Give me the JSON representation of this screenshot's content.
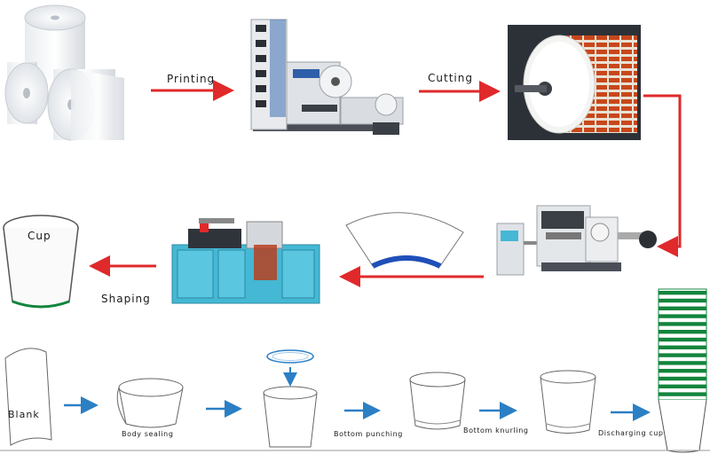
{
  "labels": {
    "printing": "Printing",
    "cutting": "Cutting",
    "cup": "Cup",
    "shaping": "Shaping",
    "blank": "Blank",
    "body_sealing": "Body sealing",
    "bottom_punching": "Bottom punching",
    "bottom_knurling": "Bottom knurling",
    "discharging_cup": "Discharging cup"
  },
  "colors": {
    "red_arrow": "#e0292b",
    "blue_arrow": "#2b7fc4",
    "green_stack": "#12853c",
    "machine_cyan": "#44b8d4",
    "fan_blue": "#1f4fb8",
    "roll_orange": "#c8471a"
  }
}
